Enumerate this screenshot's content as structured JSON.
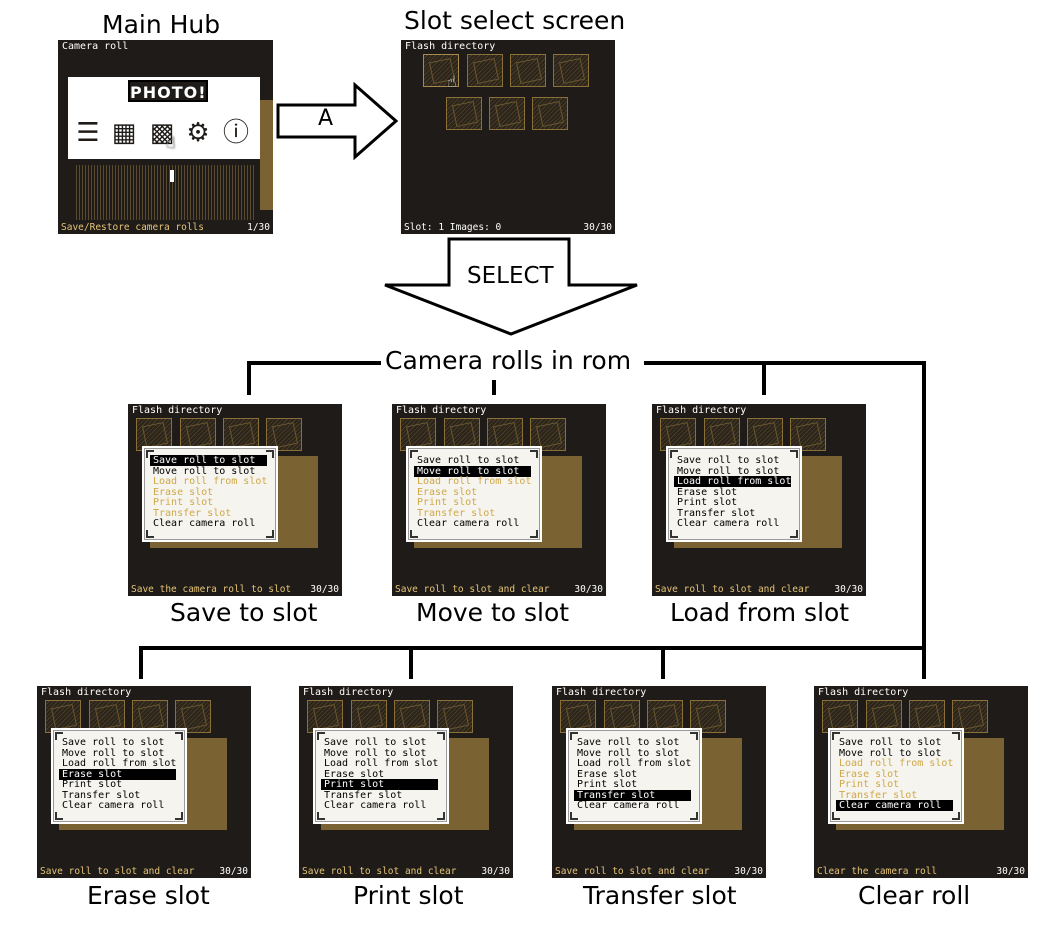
{
  "captions": {
    "main_hub": "Main Hub",
    "slot_select": "Slot select screen",
    "arrow_a": "A",
    "arrow_select": "SELECT",
    "camera_rolls": "Camera rolls in rom",
    "save_to_slot": "Save to slot",
    "move_to_slot": "Move to slot",
    "load_from_slot": "Load from slot",
    "erase_slot": "Erase slot",
    "print_slot": "Print slot",
    "transfer_slot": "Transfer slot",
    "clear_roll": "Clear roll"
  },
  "main_hub_screen": {
    "title": "Camera roll",
    "logo": "PHOTO!",
    "status": "Save/Restore camera rolls",
    "count": "1/30",
    "icons": [
      "camera-icon",
      "film-roll-icon",
      "chip-icon",
      "gear-icon",
      "info-icon"
    ]
  },
  "slot_screen": {
    "title": "Flash directory",
    "status": "Slot: 1 Images: 0",
    "count": "30/30"
  },
  "menu_items": [
    "Save roll to slot",
    "Move roll to slot",
    "Load roll from slot",
    "Erase slot",
    "Print slot",
    "Transfer slot",
    "Clear camera roll"
  ],
  "menu_screens": [
    {
      "title": "Flash directory",
      "status": "Save the camera roll to slot",
      "count": "30/30",
      "selected": 0,
      "gold": [
        2,
        3,
        4,
        5
      ]
    },
    {
      "title": "Flash directory",
      "status": "Save roll to slot and clear",
      "count": "30/30",
      "selected": 1,
      "gold": [
        2,
        3,
        4,
        5
      ]
    },
    {
      "title": "Flash directory",
      "status": "Save roll to slot and clear",
      "count": "30/30",
      "selected": 2,
      "gold": []
    },
    {
      "title": "Flash directory",
      "status": "Save roll to slot and clear",
      "count": "30/30",
      "selected": 3,
      "gold": []
    },
    {
      "title": "Flash directory",
      "status": "Save roll to slot and clear",
      "count": "30/30",
      "selected": 4,
      "gold": []
    },
    {
      "title": "Flash directory",
      "status": "Save roll to slot and clear",
      "count": "30/30",
      "selected": 5,
      "gold": []
    },
    {
      "title": "Flash directory",
      "status": "Clear the camera roll",
      "count": "30/30",
      "selected": 6,
      "gold": [
        2,
        3,
        4,
        5
      ]
    }
  ],
  "colors": {
    "screen_bg": "#1e1b18",
    "accent_gold": "#cfa849",
    "shadow_brown": "#7a6233"
  }
}
